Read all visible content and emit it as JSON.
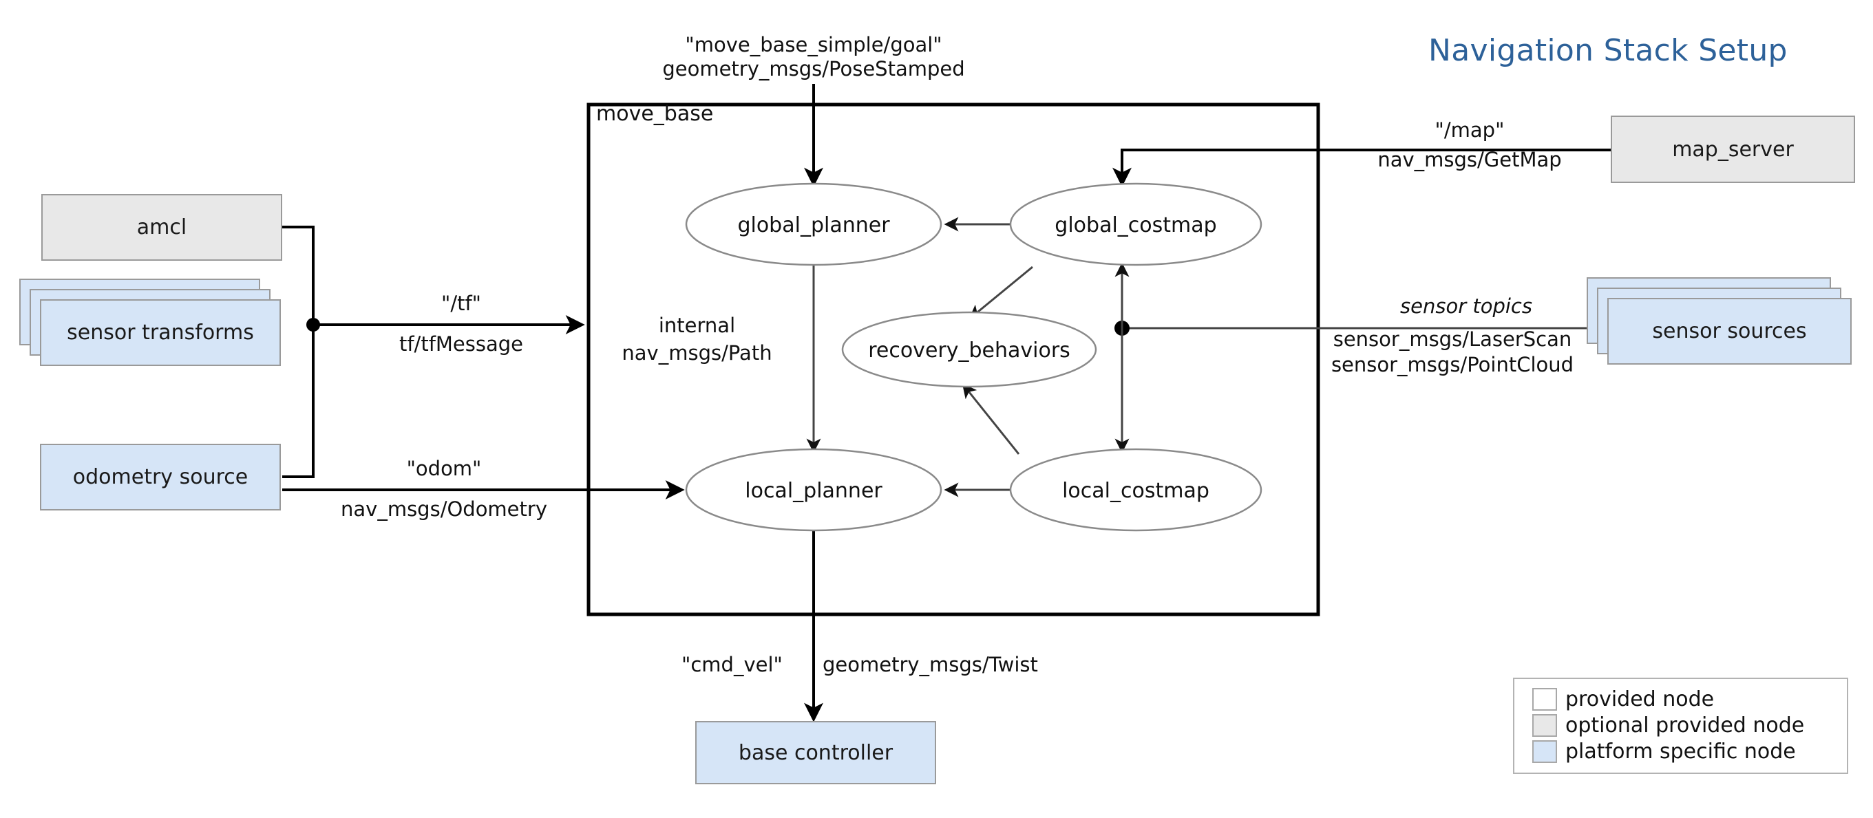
{
  "title": "Navigation Stack Setup",
  "container": {
    "label": "move_base"
  },
  "colors": {
    "title": "#2d6199",
    "optional_node": "#e8e8e8",
    "platform_node": "#d6e5f7",
    "provided_node": "#ffffff",
    "edge": "#444444"
  },
  "nodes": {
    "ellipses": [
      {
        "id": "global_planner",
        "label": "global_planner"
      },
      {
        "id": "global_costmap",
        "label": "global_costmap"
      },
      {
        "id": "recovery_behaviors",
        "label": "recovery_behaviors"
      },
      {
        "id": "local_planner",
        "label": "local_planner"
      },
      {
        "id": "local_costmap",
        "label": "local_costmap"
      }
    ],
    "boxes": [
      {
        "id": "amcl",
        "label": "amcl",
        "kind": "optional provided node"
      },
      {
        "id": "sensor_transforms",
        "label": "sensor transforms",
        "kind": "platform specific node"
      },
      {
        "id": "odometry_source",
        "label": "odometry source",
        "kind": "platform specific node"
      },
      {
        "id": "map_server",
        "label": "map_server",
        "kind": "optional provided node"
      },
      {
        "id": "sensor_sources",
        "label": "sensor sources",
        "kind": "platform specific node"
      },
      {
        "id": "base_controller",
        "label": "base controller",
        "kind": "platform specific node"
      }
    ]
  },
  "edge_labels": {
    "goal_topic": "\"move_base_simple/goal\"",
    "goal_type": "geometry_msgs/PoseStamped",
    "tf_topic": "\"/tf\"",
    "tf_type": "tf/tfMessage",
    "odom_topic": "\"odom\"",
    "odom_type": "nav_msgs/Odometry",
    "internal_topic": "internal",
    "internal_type": "nav_msgs/Path",
    "map_topic": "\"/map\"",
    "map_type": "nav_msgs/GetMap",
    "sensor_topic": "sensor topics",
    "sensor_type_1": "sensor_msgs/LaserScan",
    "sensor_type_2": "sensor_msgs/PointCloud",
    "cmd_vel_topic": "\"cmd_vel\"",
    "cmd_vel_type": "geometry_msgs/Twist"
  },
  "legend": {
    "items": [
      {
        "label": "provided node",
        "color": "#ffffff"
      },
      {
        "label": "optional provided node",
        "color": "#e8e8e8"
      },
      {
        "label": "platform specific node",
        "color": "#d6e5f7"
      }
    ]
  }
}
